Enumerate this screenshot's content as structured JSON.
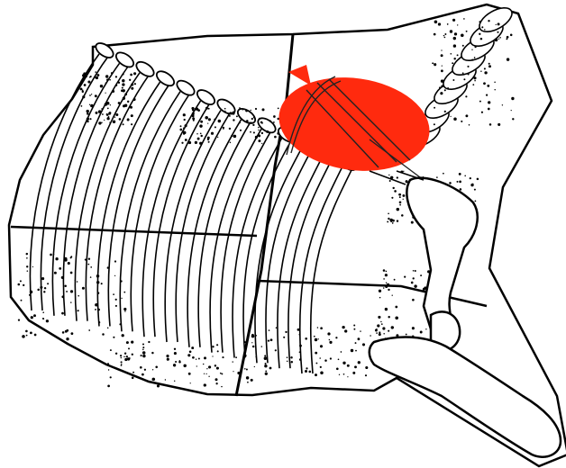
{
  "diagram": {
    "subject": "beef-forequarter-rib-skeleton",
    "colors": {
      "line": "#000000",
      "background": "#ffffff",
      "highlight": "#ff2a0e"
    },
    "rib_count": 13,
    "highlighted_region": "blade-area"
  }
}
